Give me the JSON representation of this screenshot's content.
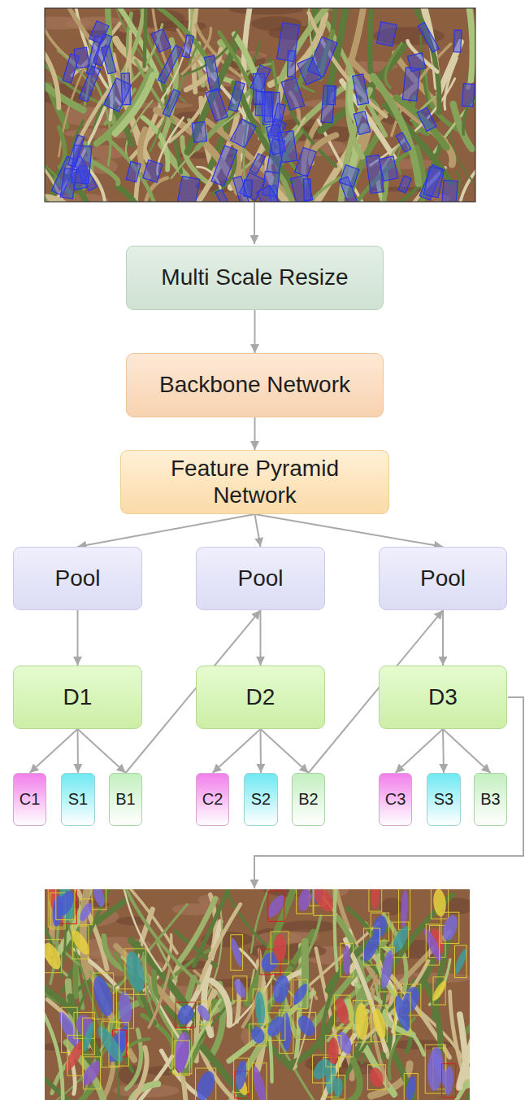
{
  "diagram": {
    "nodes": [
      {
        "text": [
          "Multi Scale Resize"
        ]
      },
      {
        "text": [
          "Backbone Network"
        ]
      },
      {
        "text": [
          "Feature Pyramid Network"
        ]
      },
      {
        "text": [
          "Pool"
        ]
      },
      {
        "text": [
          "Pool"
        ]
      },
      {
        "text": [
          "Pool"
        ]
      },
      {
        "text": [
          "D1"
        ]
      },
      {
        "text": [
          "D2"
        ]
      },
      {
        "text": [
          "D3"
        ]
      },
      {
        "text": [
          "C1"
        ]
      },
      {
        "text": [
          "S1"
        ]
      },
      {
        "text": [
          "B1"
        ]
      },
      {
        "text": [
          "C2"
        ]
      },
      {
        "text": [
          "S2"
        ]
      },
      {
        "text": [
          "B2"
        ]
      },
      {
        "text": [
          "C3"
        ]
      },
      {
        "text": [
          "S3"
        ]
      },
      {
        "text": [
          "B3"
        ]
      }
    ],
    "edges": [
      {
        "from": 0,
        "to": 1,
        "arrow": "to"
      },
      {
        "from": 1,
        "to": 2,
        "arrow": "to"
      },
      {
        "from": 2,
        "to": 3,
        "arrow": "to"
      },
      {
        "from": 2,
        "to": 4,
        "arrow": "to"
      },
      {
        "from": 2,
        "to": 5,
        "arrow": "to"
      },
      {
        "from": 3,
        "to": 6,
        "arrow": "to"
      },
      {
        "from": 4,
        "to": 7,
        "arrow": "to"
      },
      {
        "from": 5,
        "to": 8,
        "arrow": "to"
      },
      {
        "from": 6,
        "to": 9,
        "arrow": "to"
      },
      {
        "from": 6,
        "to": 10,
        "arrow": "to"
      },
      {
        "from": 6,
        "to": 11,
        "arrow": "to"
      },
      {
        "from": 7,
        "to": 12,
        "arrow": "to"
      },
      {
        "from": 7,
        "to": 13,
        "arrow": "to"
      },
      {
        "from": 7,
        "to": 14,
        "arrow": "to"
      },
      {
        "from": 8,
        "to": 15,
        "arrow": "to"
      },
      {
        "from": 8,
        "to": 16,
        "arrow": "to"
      },
      {
        "from": 8,
        "to": 17,
        "arrow": "to"
      },
      {
        "from": 11,
        "to": 4,
        "arrow": "to"
      },
      {
        "from": 14,
        "to": 5,
        "arrow": "to"
      }
    ]
  }
}
